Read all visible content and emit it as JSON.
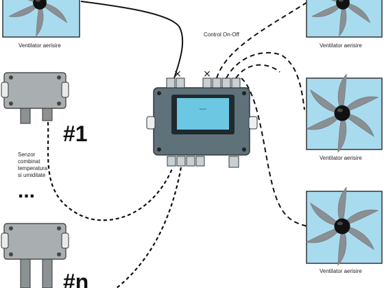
{
  "labels": {
    "fan_top_left": "Ventilator aerisire",
    "fan_top_right": "Ventilator aerisire",
    "fan_mid_right": "Ventilator aerisire",
    "fan_bottom_right": "Ventilator aerisire",
    "control": "Control On-Off",
    "sensor_line1": "Senzor",
    "sensor_line2": "combinat",
    "sensor_line3": "temperatura",
    "sensor_line4": "si  umiditate",
    "sensor_first_id": "#1",
    "sensor_last_id": "#n",
    "ellipsis": "...",
    "controller_screen_text": "Senzor",
    "x_mark_left": "×",
    "x_mark_right": "×"
  },
  "colors": {
    "fan_background": "#a9dbef",
    "fan_blade": "#8a8f93",
    "fan_hub": "#111111",
    "enclosure": "#5f7279",
    "screen": "#6cc7e3",
    "sensor_body": "#a9aeb0",
    "wire": "#111111"
  }
}
